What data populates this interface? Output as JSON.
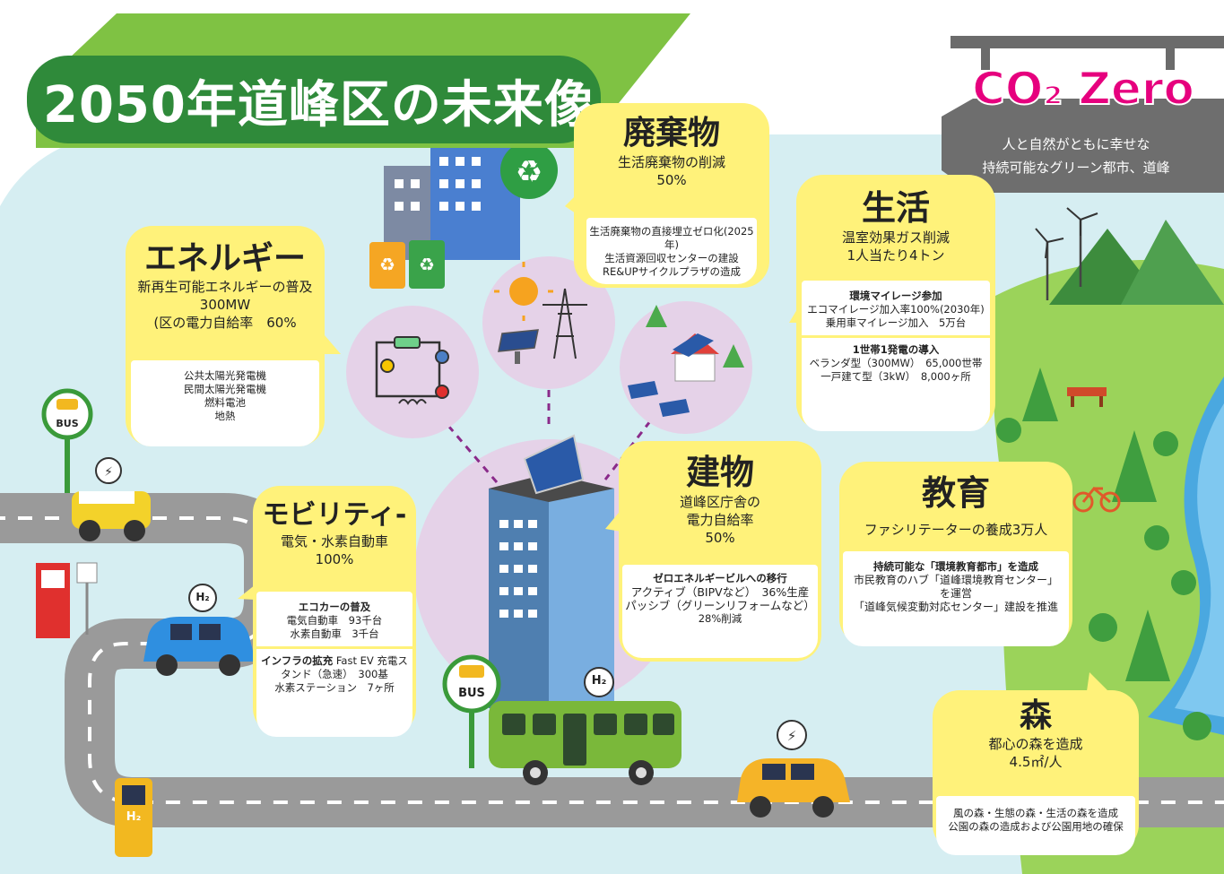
{
  "title": "2050年道峰区の未来像",
  "co2": {
    "label": "CO₂ Zero",
    "tagline1": "人と自然がともに幸せな",
    "tagline2": "持続可能なグリーン都市、道峰"
  },
  "waste": {
    "title": "廃棄物",
    "sub1": "生活廃棄物の削減",
    "sub2": "50%",
    "d1": "生活廃棄物の直接埋立ゼロ化(2025年)",
    "d2": "生活資源回収センターの建設",
    "d3": "RE&UPサイクルプラザの造成"
  },
  "energy": {
    "title": "エネルギー",
    "sub1": "新再生可能エネルギーの普及",
    "sub2": "300MW",
    "sub3": "(区の電力自給率　60%",
    "d1": "公共太陽光発電機",
    "d2": "民間太陽光発電機",
    "d3": "燃料電池",
    "d4": "地熱"
  },
  "life": {
    "title": "生活",
    "sub1": "温室効果ガス削減",
    "sub2": "1人当たり4トン",
    "h1": "環境マイレージ参加",
    "d1": "エコマイレージ加入率100%(2030年)",
    "d2": "乗用車マイレージ加入　5万台",
    "h2": "1世帯1発電の導入",
    "d3": "ベランダ型（300MW）　65,000世帯",
    "d4": "一戸建て型（3kW）　8,000ヶ所"
  },
  "mobility": {
    "title": "モビリティ-",
    "sub1": "電気・水素自動車",
    "sub2": "100%",
    "h1": "エコカーの普及",
    "d1": "電気自動車　93千台",
    "d2": "水素自動車　3千台",
    "h2": "インフラの拡充",
    "d3": " Fast EV 充電ス",
    "d4": "タンド（急速）　300基",
    "d5": "水素ステーション　7ヶ所"
  },
  "building": {
    "title": "建物",
    "sub1": "道峰区庁舎の",
    "sub2": "電力自給率",
    "sub3": "50%",
    "h1": "ゼロエネルギービルへの移行",
    "d1": "アクティブ（BIPVなど）　36%生産",
    "d2": "パッシブ（グリーンリフォームなど）",
    "d3": "28%削減"
  },
  "education": {
    "title": "教育",
    "sub1": "ファシリテーターの養成3万人",
    "h1": "持続可能な「環境教育都市」を造成",
    "d1": "市民教育のハブ「道峰環境教育センター」",
    "d2": "を運営",
    "d3": "「道峰気候変動対応センター」建設を推進"
  },
  "forest": {
    "title": "森",
    "sub1": "都心の森を造成",
    "sub2": "4.5㎡/人",
    "d1": "風の森・生態の森・生活の森を造成",
    "d2": "公園の森の造成および公園用地の確保"
  },
  "signs": {
    "bus": "BUS",
    "h2": "H₂"
  },
  "colors": {
    "green": "#3a9a3a",
    "yellow": "#fff27a",
    "pink": "#e6007e",
    "road": "#9a9a9a",
    "sky": "#d6eef2",
    "lavender": "#e8d5ea"
  }
}
